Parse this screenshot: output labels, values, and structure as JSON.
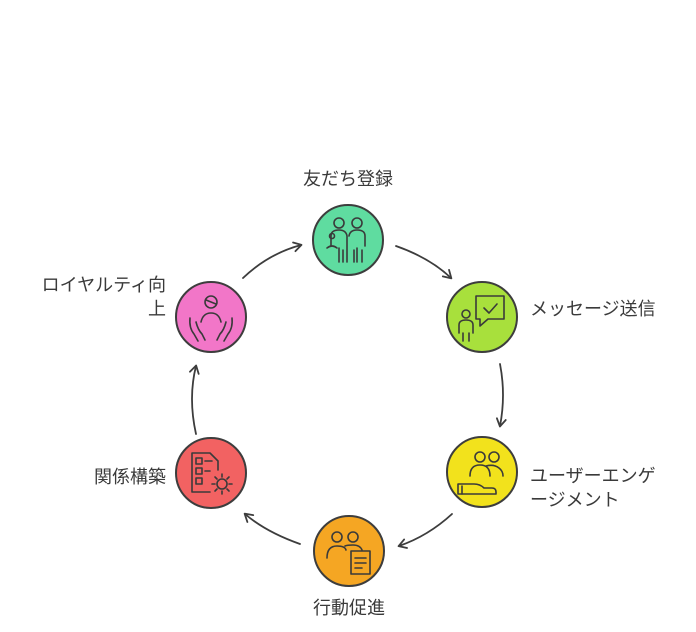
{
  "nodes": [
    {
      "id": "friend-registration",
      "label_lines": [
        "友だち登録"
      ],
      "color": "#5fdca0",
      "icon": "group-people-icon"
    },
    {
      "id": "message-sending",
      "label_lines": [
        "メッセージ送信"
      ],
      "color": "#a8e03c",
      "icon": "person-chat-icon"
    },
    {
      "id": "user-engagement",
      "label_lines": [
        "ユーザーエンゲ",
        "ージメント"
      ],
      "color": "#f2e21c",
      "icon": "users-hand-icon"
    },
    {
      "id": "action-promotion",
      "label_lines": [
        "行動促進"
      ],
      "color": "#f5a623",
      "icon": "people-document-icon"
    },
    {
      "id": "relationship-building",
      "label_lines": [
        "関係構築"
      ],
      "color": "#f26262",
      "icon": "checklist-gear-icon"
    },
    {
      "id": "loyalty-improvement",
      "label_lines": [
        "ロイヤルティ向",
        "上"
      ],
      "color": "#f276c8",
      "icon": "person-hands-icon"
    }
  ]
}
